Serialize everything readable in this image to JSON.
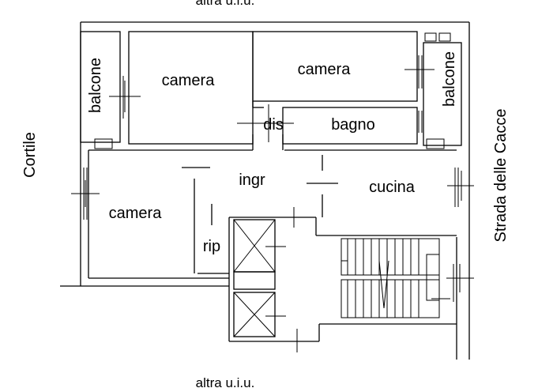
{
  "plan": {
    "top_neighbor": "altra u.i.u.",
    "bottom_neighbor": "altra u.i.u.",
    "left_side": "Cortile",
    "right_side": "Strada delle Cacce",
    "rooms": {
      "camera_top_left": "camera",
      "camera_top_right": "camera",
      "camera_left": "camera",
      "balcone_left": "balcone",
      "balcone_right": "balcone",
      "dis": "dis",
      "bagno": "bagno",
      "ingr": "ingr",
      "cucina": "cucina",
      "rip": "rip"
    }
  }
}
